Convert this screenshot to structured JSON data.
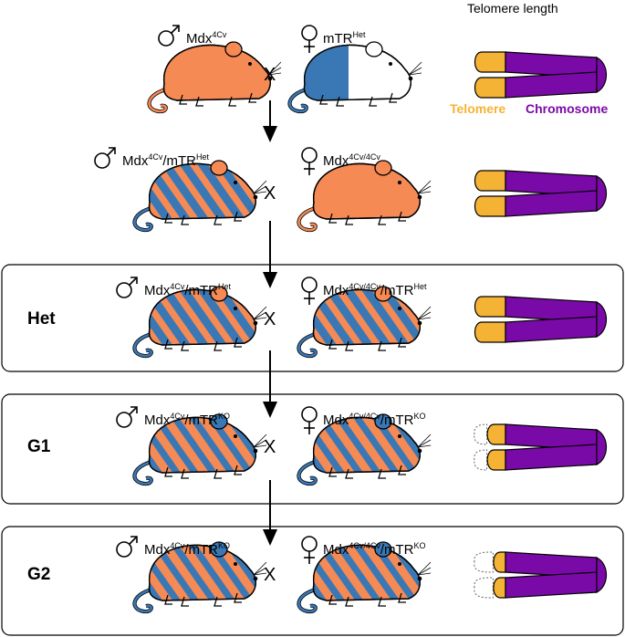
{
  "header": {
    "title": "Telomere length"
  },
  "legend": {
    "telomere": {
      "label": "Telomere",
      "color": "#f5b335"
    },
    "chromosome": {
      "label": "Chromosome",
      "color": "#7a0aa8"
    }
  },
  "colors": {
    "mouse_orange": "#f58a55",
    "mouse_blue": "#3a78b5",
    "box_border": "#000000"
  },
  "cross_symbol": "X",
  "rows": [
    {
      "id": "p0",
      "title": "",
      "male": {
        "sex_icon": "male-symbol",
        "base": "Mdx",
        "sup": "4Cv",
        "suffix": "",
        "sup2": "",
        "pattern": "orange"
      },
      "female": {
        "sex_icon": "female-symbol",
        "base": "mTR",
        "sup": "Het",
        "suffix": "",
        "sup2": "",
        "pattern": "half"
      },
      "telomere_fraction": 1.0,
      "lost": false
    },
    {
      "id": "p1",
      "title": "",
      "male": {
        "sex_icon": "male-symbol",
        "base": "Mdx",
        "sup": "4Cv",
        "suffix": "/mTR",
        "sup2": "Het",
        "pattern": "striped"
      },
      "female": {
        "sex_icon": "female-symbol",
        "base": "Mdx",
        "sup": "4Cv/4Cv",
        "suffix": "",
        "sup2": "",
        "pattern": "orange"
      },
      "telomere_fraction": 1.0,
      "lost": false
    },
    {
      "id": "het",
      "title": "Het",
      "male": {
        "sex_icon": "male-symbol",
        "base": "Mdx",
        "sup": "4Cv",
        "suffix": "/mTR",
        "sup2": "Het",
        "pattern": "striped"
      },
      "female": {
        "sex_icon": "female-symbol",
        "base": "Mdx",
        "sup": "4Cv/4Cv",
        "suffix": "/mTR",
        "sup2": "Het",
        "pattern": "striped"
      },
      "telomere_fraction": 1.0,
      "lost": false
    },
    {
      "id": "g1",
      "title": "G1",
      "male": {
        "sex_icon": "male-symbol",
        "base": "Mdx",
        "sup": "4Cv",
        "suffix": "/mTR",
        "sup2": "KO",
        "pattern": "striped-blue"
      },
      "female": {
        "sex_icon": "female-symbol",
        "base": "Mdx",
        "sup": "4Cv/4Cv",
        "suffix": "/mTR",
        "sup2": "KO",
        "pattern": "striped-blue"
      },
      "telomere_fraction": 0.6,
      "lost": true
    },
    {
      "id": "g2",
      "title": "G2",
      "male": {
        "sex_icon": "male-symbol",
        "base": "Mdx",
        "sup": "4Cv",
        "suffix": "/mTR",
        "sup2": "KO",
        "pattern": "striped-blue"
      },
      "female": {
        "sex_icon": "female-symbol",
        "base": "Mdx",
        "sup": "4Cv/4Cv",
        "suffix": "/mTR",
        "sup2": "KO",
        "pattern": "striped-blue"
      },
      "telomere_fraction": 0.4,
      "lost": true
    }
  ]
}
